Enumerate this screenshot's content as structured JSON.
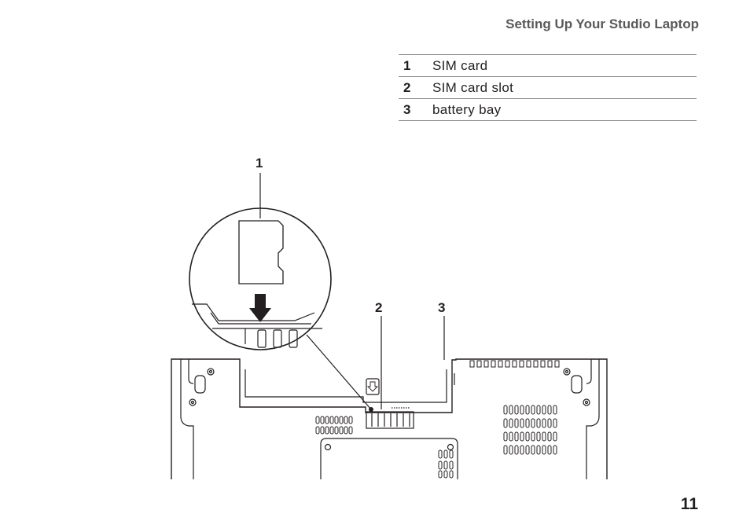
{
  "header": {
    "title": "Setting Up Your Studio Laptop"
  },
  "legend": {
    "rows": [
      {
        "num": "1",
        "label": "SIM card"
      },
      {
        "num": "2",
        "label": "SIM card slot"
      },
      {
        "num": "3",
        "label": "battery bay"
      }
    ]
  },
  "callouts": {
    "c1": "1",
    "c2": "2",
    "c3": "3"
  },
  "footer": {
    "page_number": "11"
  }
}
